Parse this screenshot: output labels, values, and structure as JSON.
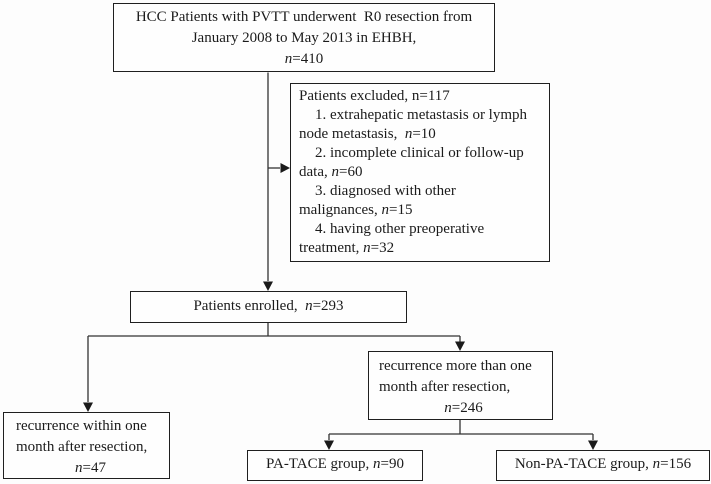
{
  "colors": {
    "box_border": "#1f1f1f",
    "connector_line": "#333333",
    "arrowhead": "#1a1a1a",
    "background": "#fdfdfd",
    "text": "#1b1b1b"
  },
  "boxes": {
    "top": {
      "line1": "HCC Patients with PVTT underwent  R0 resection from",
      "line2": "January 2008 to May 2013 in EHBH,",
      "n": "n",
      "n_value": "=410"
    },
    "excluded": {
      "header": "Patients excluded, n=117",
      "items": [
        {
          "first": "1. extrahepatic metastasis or lymph",
          "cont_pre": "node metastasis,  ",
          "n": "n",
          "cont_post": "=10"
        },
        {
          "first": "2. incomplete clinical or follow-up",
          "cont_pre": "data, ",
          "n": "n",
          "cont_post": "=60"
        },
        {
          "first": "3. diagnosed with other",
          "cont_pre": "malignances, ",
          "n": "n",
          "cont_post": "=15"
        },
        {
          "first": "4. having other preoperative",
          "cont_pre": "treatment, ",
          "n": "n",
          "cont_post": "=32"
        }
      ]
    },
    "enrolled": {
      "pre": "Patients enrolled,  ",
      "n": "n",
      "post": "=293"
    },
    "early_recurrence": {
      "line1": "recurrence within one",
      "line2": "month after resection,",
      "n": "n",
      "post": "=47"
    },
    "late_recurrence": {
      "line1": "recurrence more than one",
      "line2": "month after resection,",
      "n": "n",
      "post": "=246"
    },
    "patace": {
      "pre": "PA-TACE group, ",
      "n": "n",
      "post": "=90"
    },
    "non_patace": {
      "pre": "Non-PA-TACE group, ",
      "n": "n",
      "post": "=156"
    }
  }
}
